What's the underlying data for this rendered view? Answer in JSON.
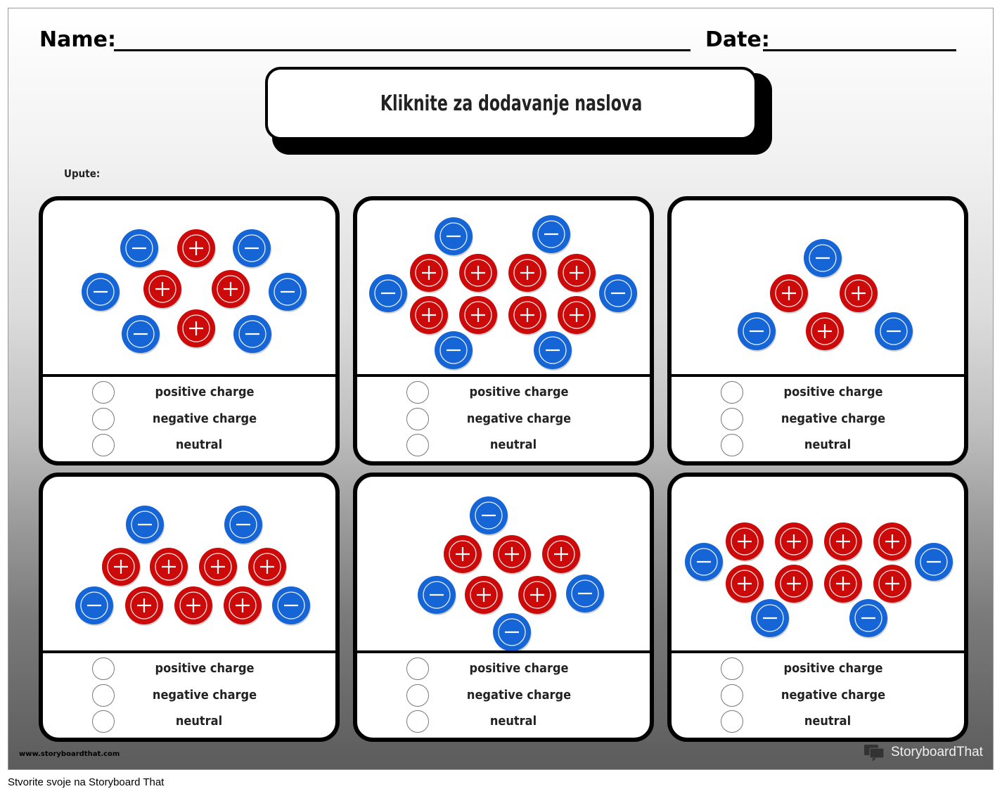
{
  "header": {
    "name_label": "Name:",
    "date_label": "Date:"
  },
  "title": "Kliknite za dodavanje naslova",
  "instructions_label": "Upute:",
  "options": [
    "positive charge",
    "negative charge",
    "neutral"
  ],
  "colors": {
    "proton": "#cc0a0a",
    "electron": "#1565d6",
    "card_border": "#000000"
  },
  "cards": [
    {
      "protons": 4,
      "electrons": 6
    },
    {
      "protons": 8,
      "electrons": 6
    },
    {
      "protons": 3,
      "electrons": 3
    },
    {
      "protons": 7,
      "electrons": 4
    },
    {
      "protons": 5,
      "electrons": 4
    },
    {
      "protons": 8,
      "electrons": 4
    }
  ],
  "footer": {
    "site_url": "www.storyboardthat.com",
    "brand": "StoryboardThat",
    "caption": "Stvorite svoje na Storyboard That"
  }
}
